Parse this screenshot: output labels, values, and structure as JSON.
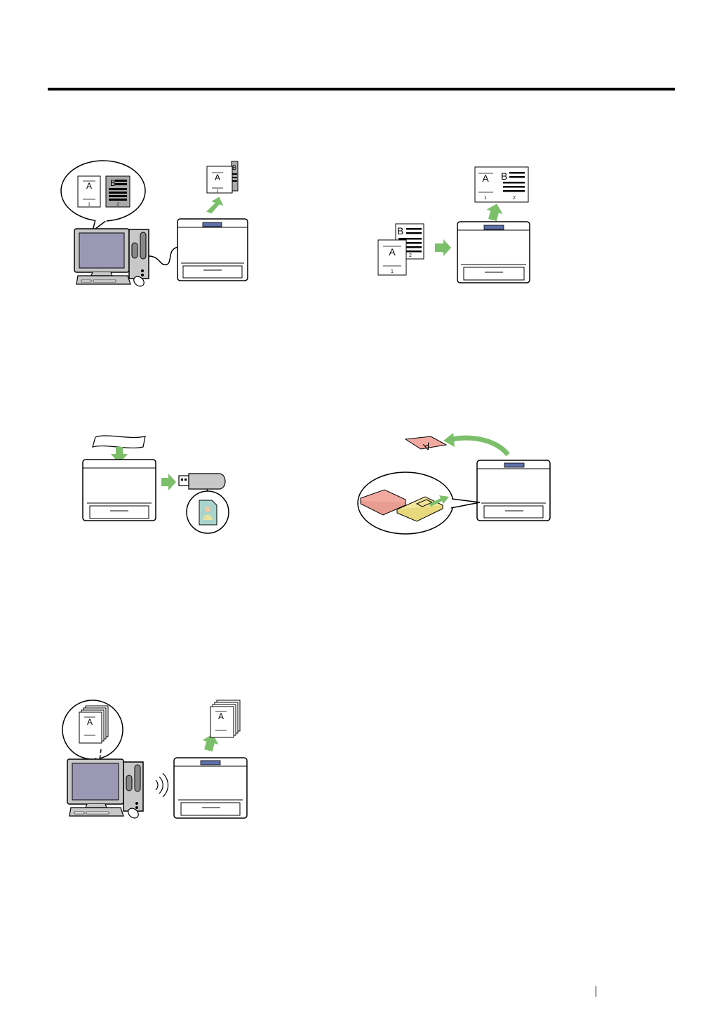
{
  "header": {
    "rule": "page-top-rule"
  },
  "illustrations": [
    {
      "id": "duplex-print",
      "icons": [
        "computer-icon",
        "speech-bubble-icon",
        "printer-icon"
      ],
      "page_labels": [
        "A",
        "B",
        "1",
        "2"
      ]
    },
    {
      "id": "n-up-print",
      "icons": [
        "printer-icon"
      ],
      "page_labels": [
        "A",
        "B",
        "1",
        "2"
      ]
    },
    {
      "id": "scan-to-usb",
      "icons": [
        "printer-icon",
        "usb-drive-icon",
        "photo-file-icon"
      ],
      "page_labels": []
    },
    {
      "id": "manual-feed-print",
      "icons": [
        "printer-icon",
        "paper-tray-icon"
      ],
      "page_labels": [
        "A"
      ]
    },
    {
      "id": "wireless-print",
      "icons": [
        "computer-icon",
        "wireless-icon",
        "printer-icon"
      ],
      "page_labels": [
        "A"
      ]
    }
  ],
  "colors": {
    "arrow_green": "#7bbf6a",
    "monitor_screen": "#9a98b3",
    "body_gray": "#c8c8c8",
    "panel_blue": "#5d6fa8",
    "paper_pink": "#f2a9a0",
    "paper_yellow": "#f3e59a"
  }
}
